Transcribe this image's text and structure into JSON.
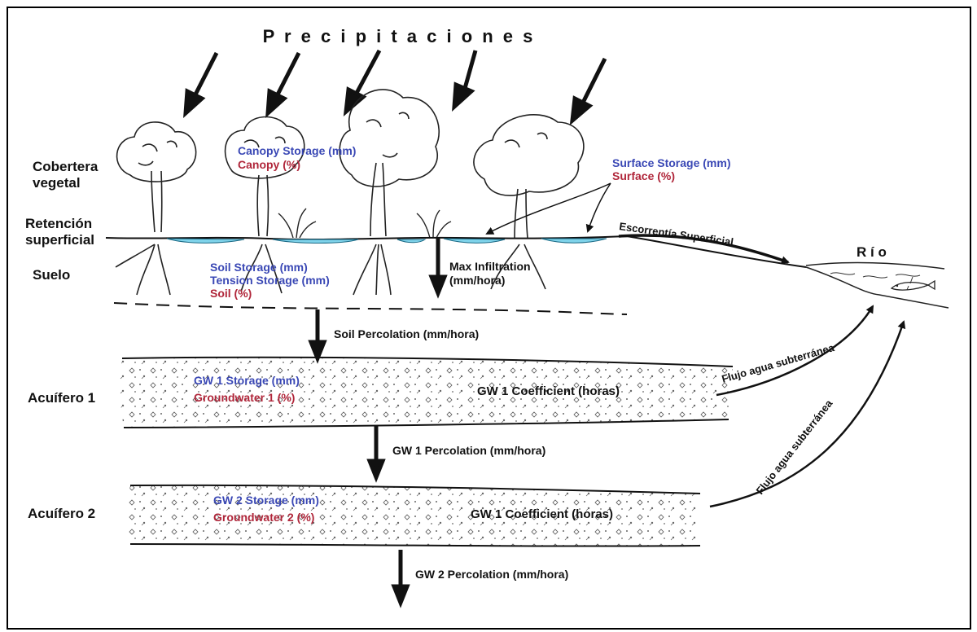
{
  "title": "P r e c i p i t a c i o n e s",
  "layers": {
    "vegetation": "Cobertera\nvegetal",
    "surface_retention": "Retención\nsuperficial",
    "soil": "Suelo",
    "aquifer1": "Acuífero 1",
    "aquifer2": "Acuífero 2"
  },
  "parameters": {
    "canopy_storage": "Canopy Storage (mm)",
    "canopy_pct": "Canopy  (%)",
    "surface_storage": "Surface Storage (mm)",
    "surface_pct": "Surface  (%)",
    "soil_storage": "Soil Storage (mm)",
    "tension_storage": "Tension Storage (mm)",
    "soil_pct": "Soil  (%)",
    "max_infiltration": "Max Infiltration\n(mm/hora)",
    "soil_percolation": "Soil Percolation (mm/hora)",
    "gw1_storage": "GW 1 Storage (mm)",
    "gw1_pct": "Groundwater 1 (%)",
    "gw1_coefficient": "GW 1 Coefficient (horas)",
    "gw1_percolation": "GW 1 Percolation (mm/hora)",
    "gw2_storage": "GW 2 Storage (mm)",
    "gw2_pct": "Groundwater 2 (%)",
    "gw2_coefficient": "GW 1 Coefficient (horas)",
    "gw2_percolation": "GW 2 Percolation (mm/hora)"
  },
  "flows": {
    "surface_runoff": "Escorrentía Superficial",
    "river": "R í o",
    "groundwater_flow_1": "Flujo agua subterránea",
    "groundwater_flow_2": "Flujo agua subterránea"
  },
  "colors": {
    "parameter_blue": "#3a48b5",
    "parameter_red": "#b0263a",
    "water": "#7fd3ea"
  }
}
